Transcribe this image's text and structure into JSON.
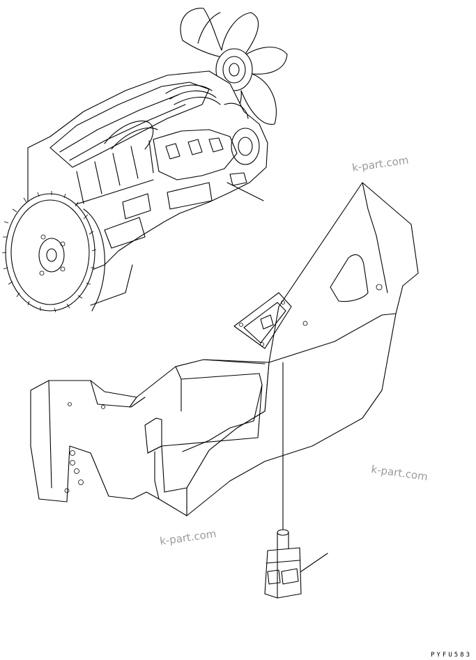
{
  "watermarks": [
    "k-part.com",
    "k-part.com",
    "k-part.com"
  ],
  "drawing_code": "PYFU583"
}
